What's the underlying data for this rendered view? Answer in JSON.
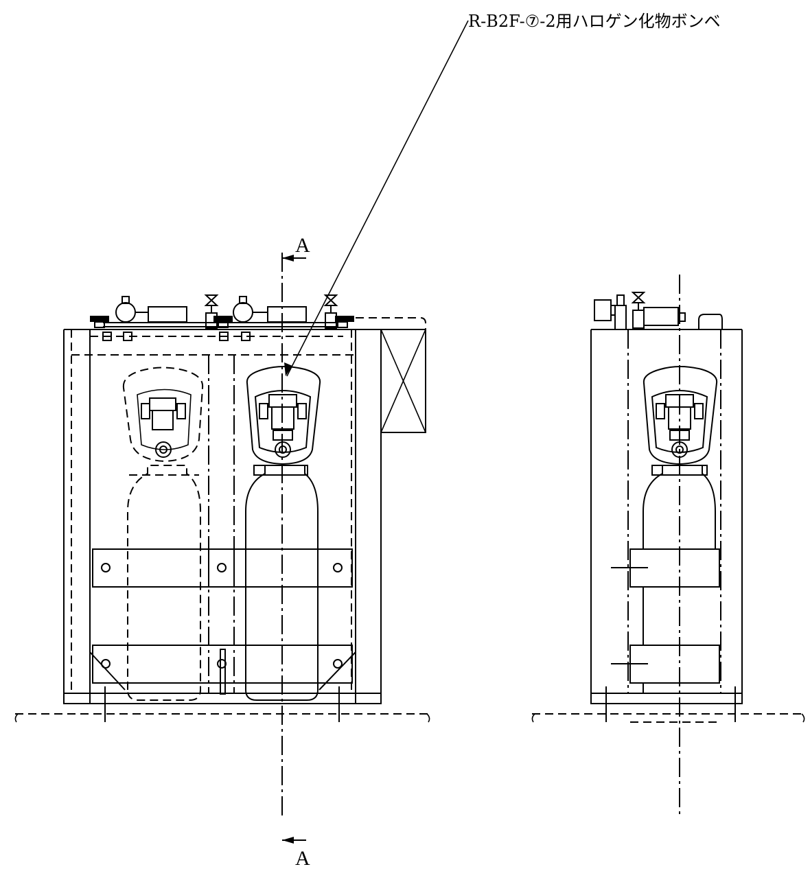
{
  "leader_label": "R-B2F-⑦-2用ハロゲン化物ボンベ",
  "section_mark_top": "A",
  "section_mark_bottom": "A"
}
